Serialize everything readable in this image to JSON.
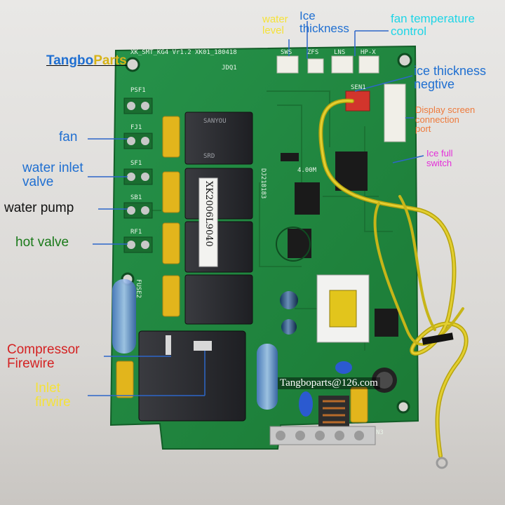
{
  "colors": {
    "background": "#6f6c69",
    "pcb": "#1f8a3c",
    "pcb_dark": "#176c2f",
    "relay": "#2a2a2e",
    "cap_yellow": "#e2b51c",
    "wire_yellow": "#d7c21f",
    "label_blue": "#1f6fd1",
    "label_cyan": "#1fd5e6",
    "label_green": "#1a7a1a",
    "label_red": "#d42222",
    "label_yellow": "#f5e23a",
    "label_orange": "#ee7a3c",
    "label_magenta": "#e42ed9",
    "label_black": "#111111"
  },
  "logo": {
    "text_a": "Tangbo",
    "text_b": "Parts"
  },
  "board_text": {
    "model": "XK_SMT_KG4 Vr1.2 XK01_180418",
    "serial": "XK2006L9040",
    "psf1": "PSF1",
    "fj1": "FJ1",
    "sf1": "SF1",
    "sb1": "SB1",
    "rf1": "RF1",
    "fuse2": "FUSE2",
    "jdq1": "JDQ1",
    "sws": "SWS",
    "zfs": "ZFS",
    "lns": "LNS",
    "hp": "HP-X",
    "sen1": "SEN1",
    "crystal": "4.00M",
    "code": "DJ218183",
    "n3": "N3",
    "relay_brand": "SANYOU",
    "relay_model": "SRD"
  },
  "labels": {
    "water_level": "water\nlevel",
    "ice_thickness": "Ice\nthickness",
    "fan_temp": "fan temperature\ncontrol",
    "ice_negtive": "ice thickness\nnegtive",
    "display_port": "Display screen\nconnection\nport",
    "ice_full": "Ice full\nswitch",
    "fan": "fan",
    "water_inlet": "water inlet\nvalve",
    "water_pump": "water pump",
    "hot_valve": "hot valve",
    "compressor": "Compressor\nFirewire",
    "inlet_firwire": "Inlet\nfirwire"
  },
  "email": "Tangboparts@126.com"
}
